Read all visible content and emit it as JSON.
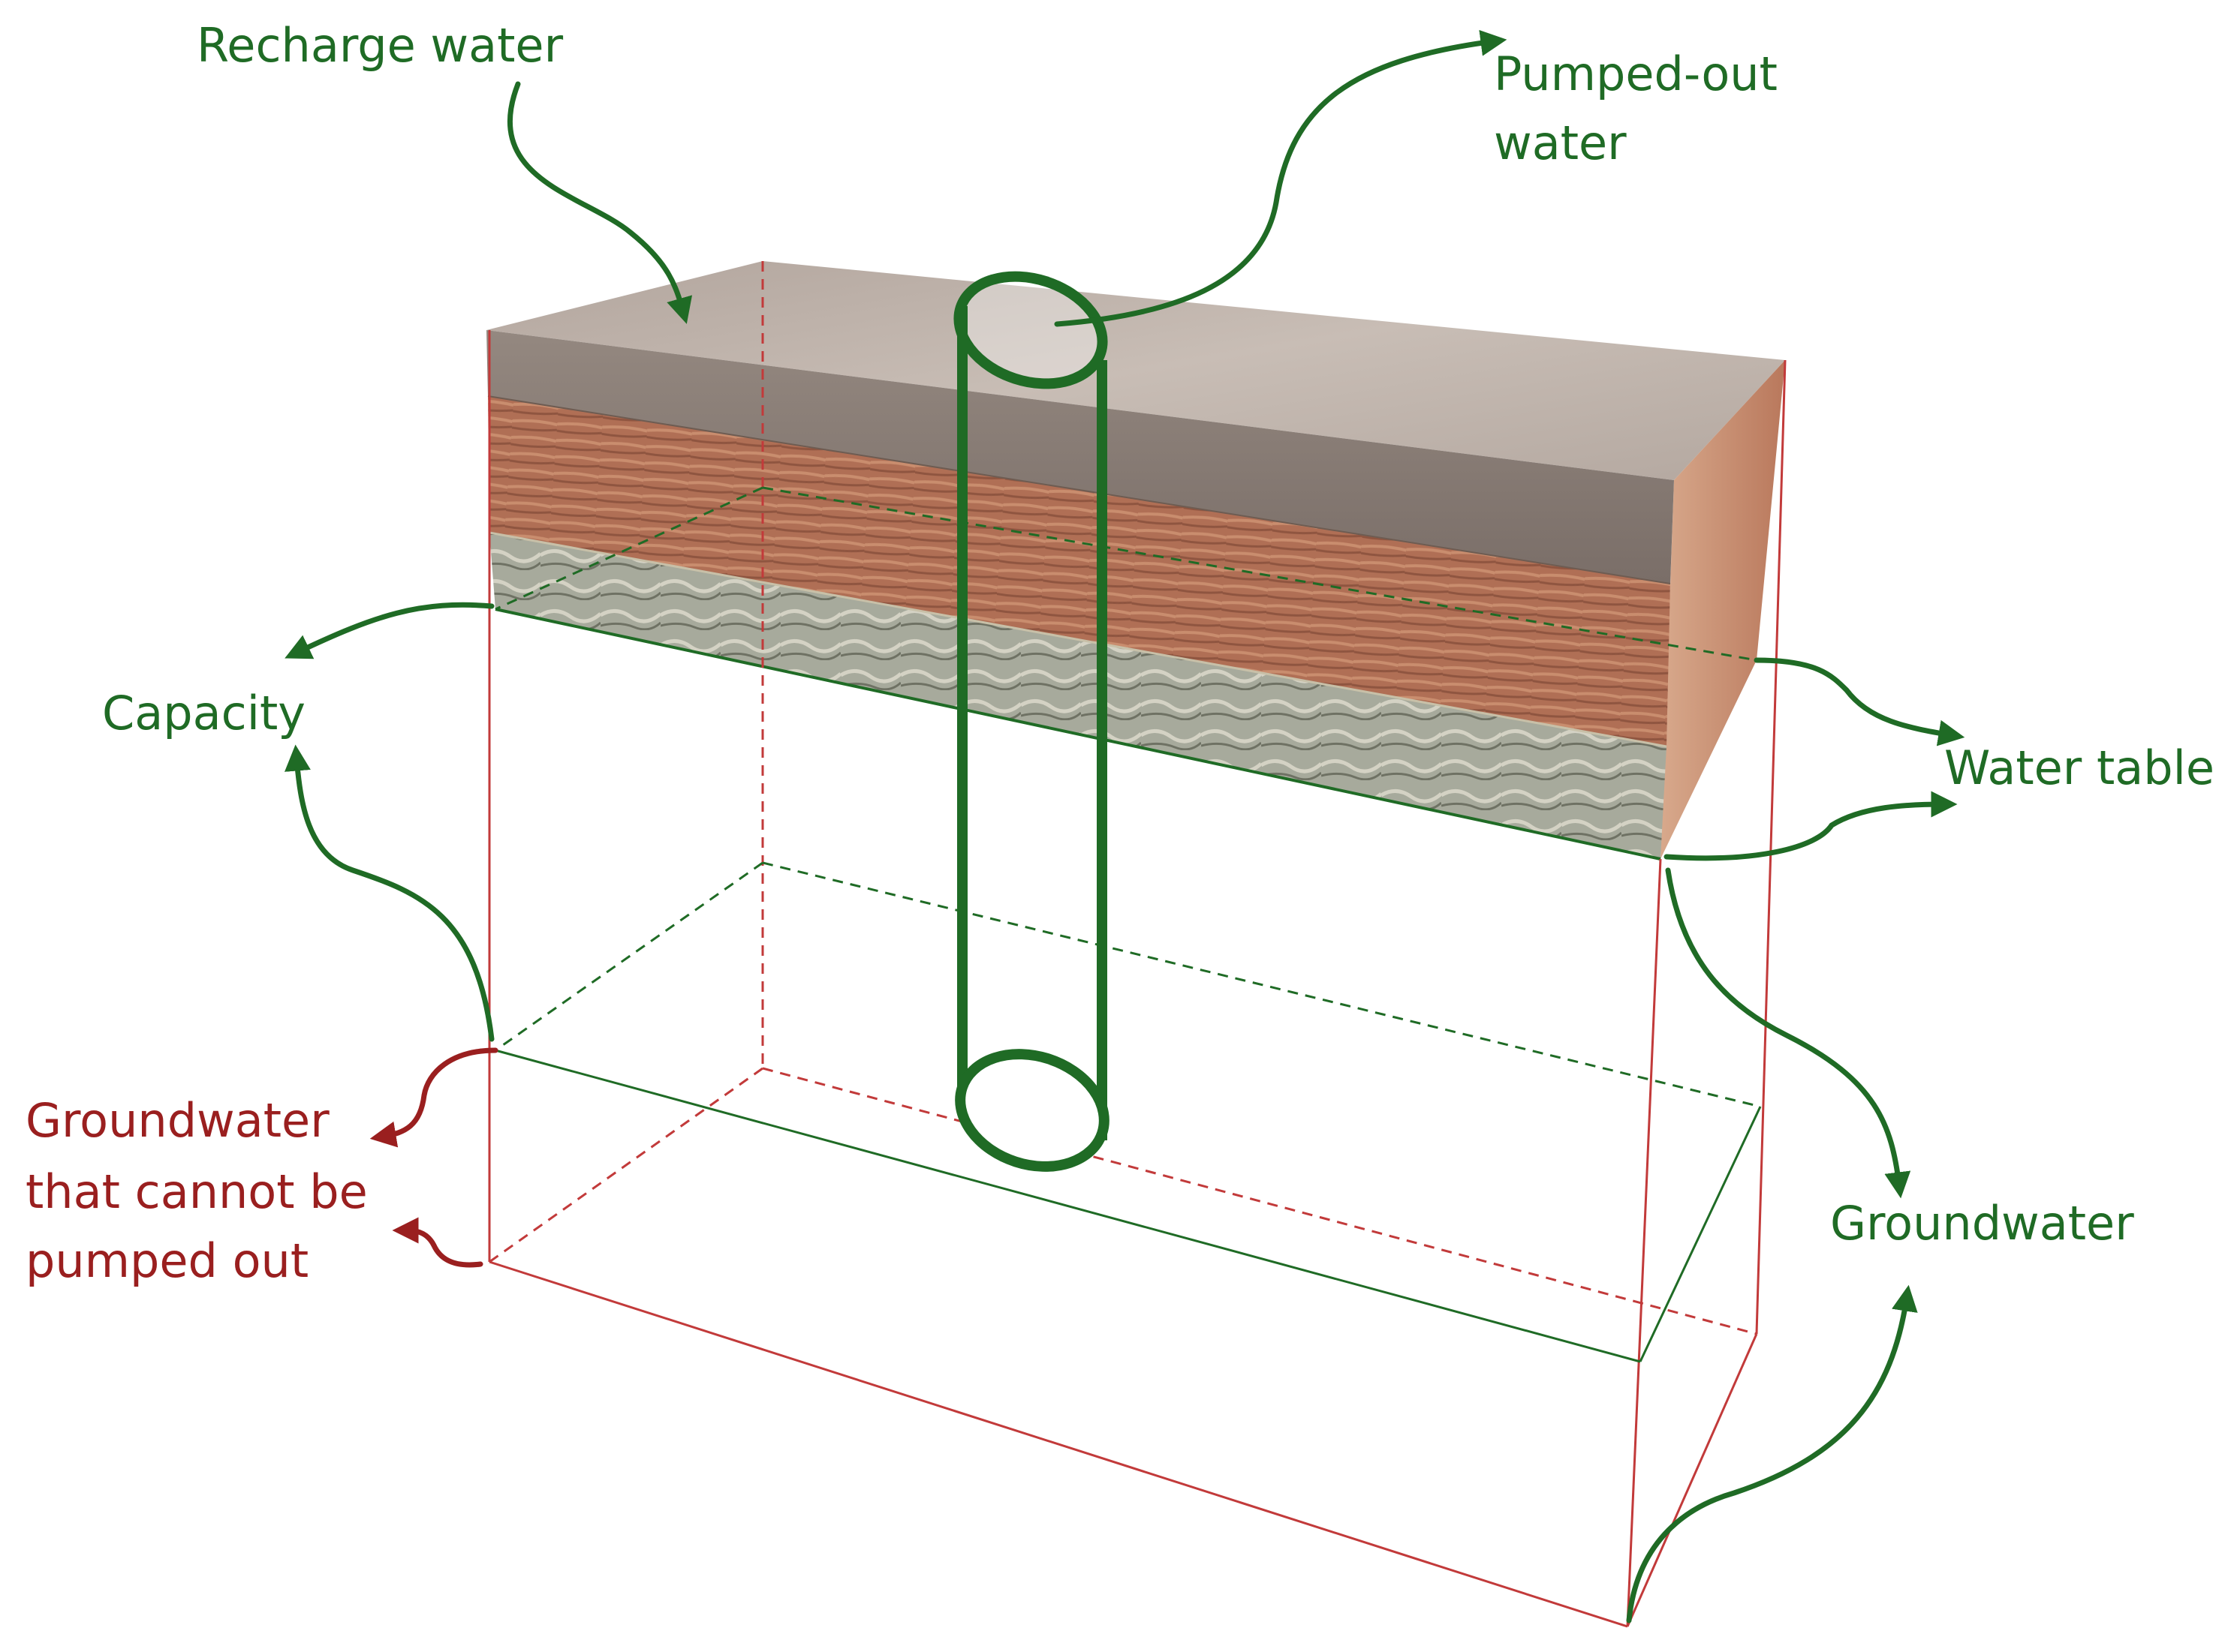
{
  "labels": {
    "recharge": "Recharge water",
    "pumped_line1": "Pumped-out",
    "pumped_line2": "water",
    "capacity": "Capacity",
    "water_table": "Water table",
    "unpumpable_line1": "Groundwater",
    "unpumpable_line2": "that cannot be",
    "unpumpable_line3": "pumped out",
    "groundwater": "Groundwater"
  },
  "colors": {
    "green": "#1f6b25",
    "red": "#9a1f1f",
    "topsoil": "#8f827c",
    "clay": "#b5735a",
    "gravel": "#a9ad9e"
  }
}
